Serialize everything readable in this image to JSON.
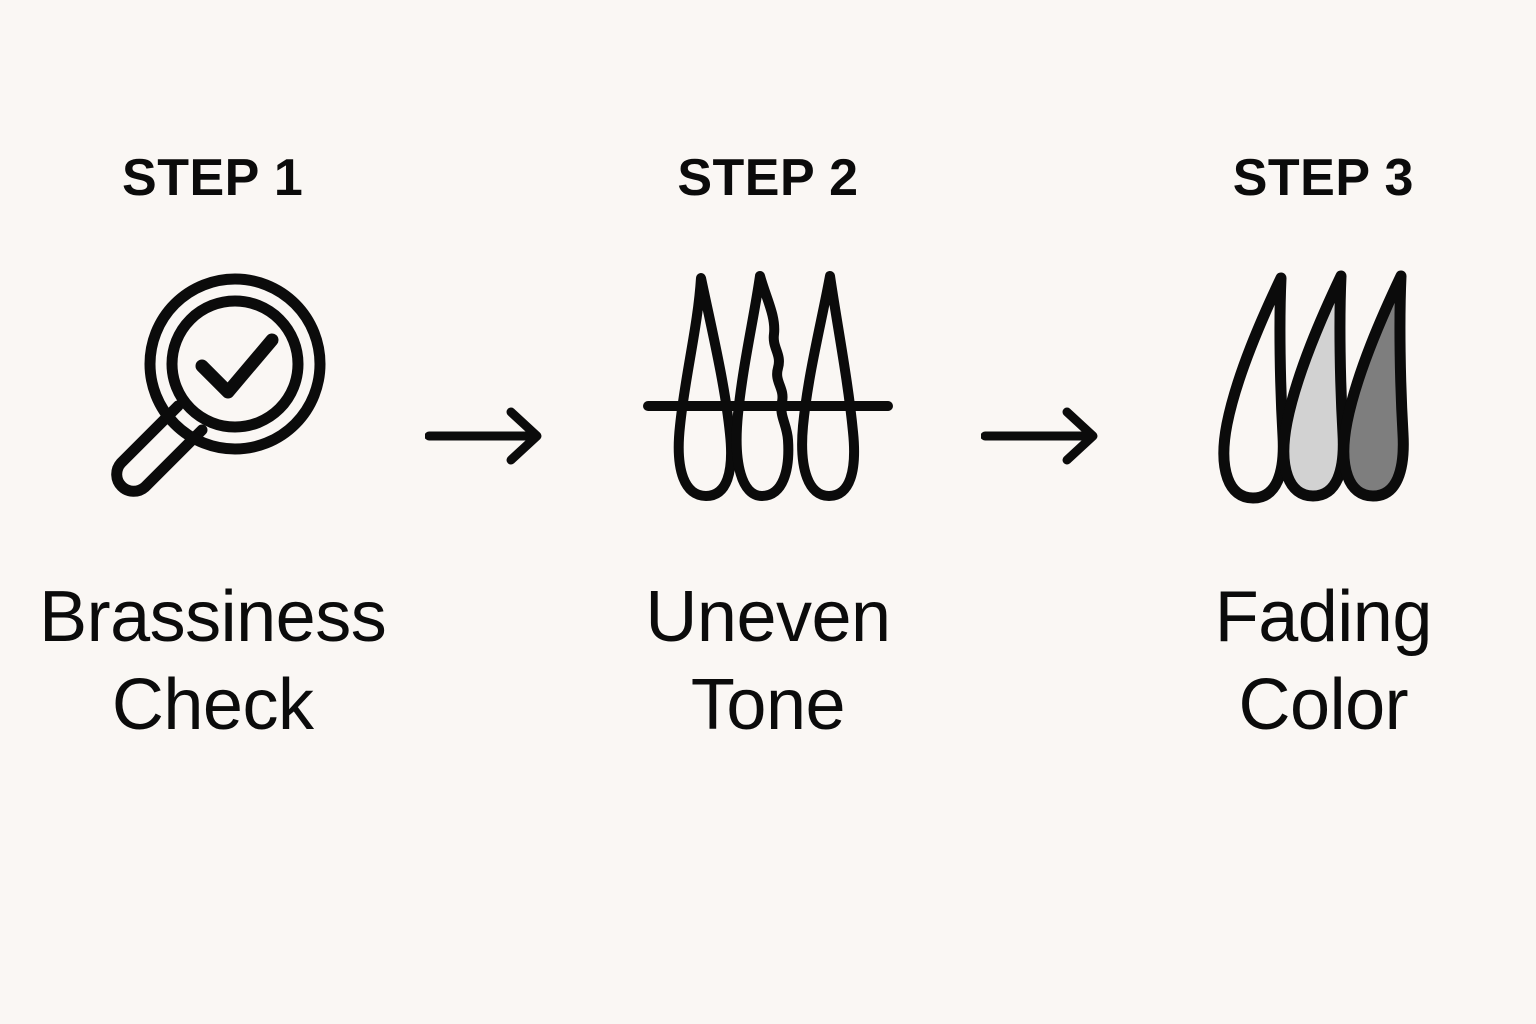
{
  "page": {
    "background_color": "#faf7f4",
    "ink_color": "#0b0b0b",
    "title": "Hair color concern steps"
  },
  "palette": {
    "ink": "#0b0b0b",
    "background": "#faf7f4",
    "hair_fill_empty": "#faf7f4",
    "hair_fill_light": "#d2d2d2",
    "hair_fill_dark": "#7e7e7e"
  },
  "steps": [
    {
      "heading": "STEP 1",
      "icon": "magnifier-check-icon",
      "label_lines": [
        "Brassiness",
        "Check"
      ]
    },
    {
      "heading": "STEP 2",
      "icon": "hair-strands-scalp-icon",
      "label_lines": [
        "Uneven",
        "Tone"
      ]
    },
    {
      "heading": "STEP 3",
      "icon": "hair-strands-fading-icon",
      "label_lines": [
        "Fading",
        "Color"
      ]
    }
  ],
  "connectors": [
    {
      "icon": "arrow-right-icon"
    },
    {
      "icon": "arrow-right-icon"
    }
  ]
}
